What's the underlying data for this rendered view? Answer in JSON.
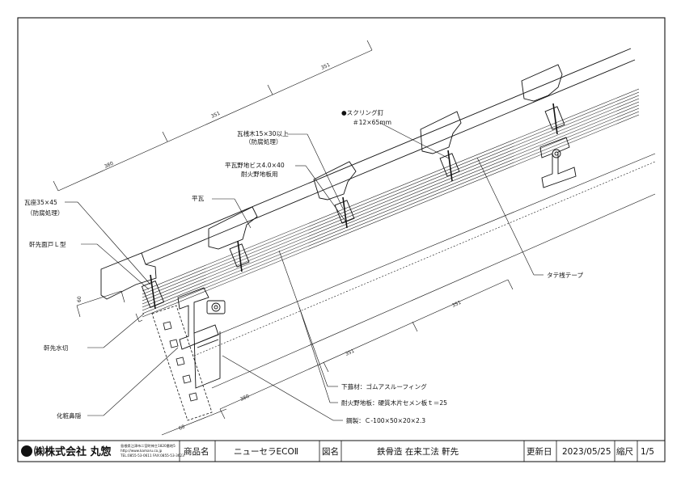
{
  "callouts": {
    "screw_nail": "●スクリング釘",
    "screw_nail_size": "＃12×65mm",
    "batten_size": "瓦桟木15×30以上",
    "batten_note": "（防腐処理）",
    "roof_screw": "平瓦野地ビス4.0×40",
    "roof_screw_note": "耐火野地板用",
    "flat_tile": "平瓦",
    "tile_seat": "瓦座35×45",
    "tile_seat_note": "（防腐処理）",
    "eaves_l_type": "軒先面戸Ｌ型",
    "vertical_tape": "タテ桟テープ",
    "eaves_drip": "軒先水切",
    "fascia": "化粧鼻隠",
    "underlay": "下葺材：ゴムアスルーフィング",
    "fire_board": "耐火野地板：硬質木片セメン板ｔ＝25",
    "steel_purlin": "鋼製：Ｃ-100×50×20×2.3"
  },
  "dimensions": {
    "upper_1": "351",
    "upper_2": "351",
    "upper_3": "380",
    "lower_1": "351",
    "lower_2": "351",
    "lower_3": "380",
    "eaves_small": "60",
    "bottom_small": "60"
  },
  "title_block": {
    "company_name": "㈱株式会社 丸惣",
    "company_address": "島根県江津市二宮町神主1820番地5",
    "company_url": "http://www.kamaru.co.jp",
    "company_tel": "TEL:0855-53-0611 FAX:0855-53-3623",
    "product_label": "商品名",
    "product_value": "ニューセラECOⅡ",
    "drawing_label": "図名",
    "drawing_value": "鉄骨造 在来工法 軒先",
    "updated_label": "更新日",
    "updated_value": "2023/05/25",
    "scale_label": "縮尺",
    "scale_value": "1/5"
  }
}
